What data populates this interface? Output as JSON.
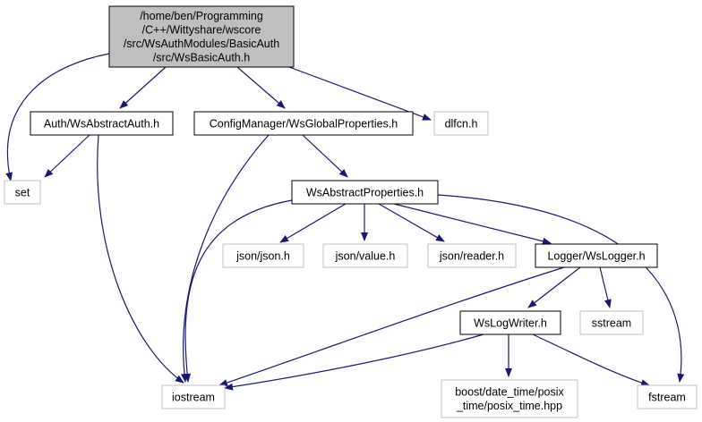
{
  "colors": {
    "edge": "#191970",
    "root_fill": "#bfbfbf",
    "root_stroke": "#000000",
    "node_stroke": "#000000",
    "external_stroke": "#bfbfbf",
    "text": "#000000"
  },
  "nodes": [
    {
      "id": "root",
      "kind": "root",
      "lines": [
        "/home/ben/Programming",
        "/C++/Wittyshare/wscore",
        "/src/WsAuthModules/BasicAuth",
        "/src/WsBasicAuth.h"
      ]
    },
    {
      "id": "abstract-auth",
      "kind": "local",
      "lines": [
        "Auth/WsAbstractAuth.h"
      ]
    },
    {
      "id": "global-properties",
      "kind": "local",
      "lines": [
        "ConfigManager/WsGlobalProperties.h"
      ]
    },
    {
      "id": "dlfcn",
      "kind": "external",
      "lines": [
        "dlfcn.h"
      ]
    },
    {
      "id": "set",
      "kind": "external",
      "lines": [
        "set"
      ]
    },
    {
      "id": "abstract-properties",
      "kind": "local",
      "lines": [
        "WsAbstractProperties.h"
      ]
    },
    {
      "id": "json-json",
      "kind": "external",
      "lines": [
        "json/json.h"
      ]
    },
    {
      "id": "json-value",
      "kind": "external",
      "lines": [
        "json/value.h"
      ]
    },
    {
      "id": "json-reader",
      "kind": "external",
      "lines": [
        "json/reader.h"
      ]
    },
    {
      "id": "logger",
      "kind": "local",
      "lines": [
        "Logger/WsLogger.h"
      ]
    },
    {
      "id": "sstream",
      "kind": "external",
      "lines": [
        "sstream"
      ]
    },
    {
      "id": "logwriter",
      "kind": "local",
      "lines": [
        "WsLogWriter.h"
      ]
    },
    {
      "id": "iostream",
      "kind": "external",
      "lines": [
        "iostream"
      ]
    },
    {
      "id": "posix-time",
      "kind": "external",
      "lines": [
        "boost/date_time/posix",
        "_time/posix_time.hpp"
      ]
    },
    {
      "id": "fstream",
      "kind": "external",
      "lines": [
        "fstream"
      ]
    }
  ]
}
